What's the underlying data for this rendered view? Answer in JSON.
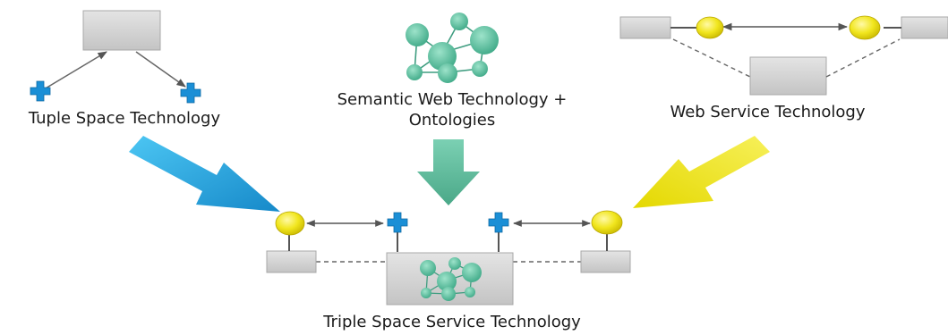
{
  "labels": {
    "tuple_space": "Tuple Space Technology",
    "semantic_web_line1": "Semantic Web Technology +",
    "semantic_web_line2": "Ontologies",
    "web_service": "Web Service Technology",
    "triple_space": "Triple Space Service Technology"
  },
  "colors": {
    "box_fill": "#d3d3d3",
    "box_stroke": "#a9a9a9",
    "node_teal": "#5cc1a0",
    "arrow_blue": "#1fa7e0",
    "arrow_teal": "#5fb89c",
    "arrow_yellow": "#f3ea1f",
    "circle_yellow": "#f3e91f",
    "cross_blue": "#1b8fd6",
    "line_gray": "#7a7a7a"
  }
}
